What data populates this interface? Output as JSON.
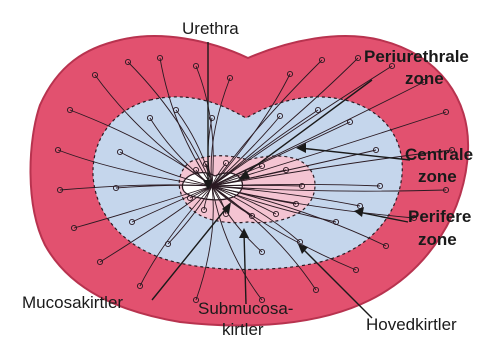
{
  "colors": {
    "outer_zone": "#e2516f",
    "outer_zone_stroke": "#b8334f",
    "central_zone": "#c5d6ec",
    "periurethral_zone": "#f4c4d2",
    "urethra": "#ffffff",
    "ducts": "#2a1a22",
    "background": "#ffffff"
  },
  "labels": {
    "urethra": "Urethra",
    "periurethral_line1": "Periurethrale",
    "periurethral_line2": "zone",
    "central_line1": "Centrale",
    "central_line2": "zone",
    "peripheral_line1": "Perifere",
    "peripheral_line2": "zone",
    "mucosal_glands": "Mucosakirtler",
    "submucosal_line1": "Submucosa-",
    "submucosal_line2": "kirtler",
    "main_glands": "Hovedkirtler"
  }
}
